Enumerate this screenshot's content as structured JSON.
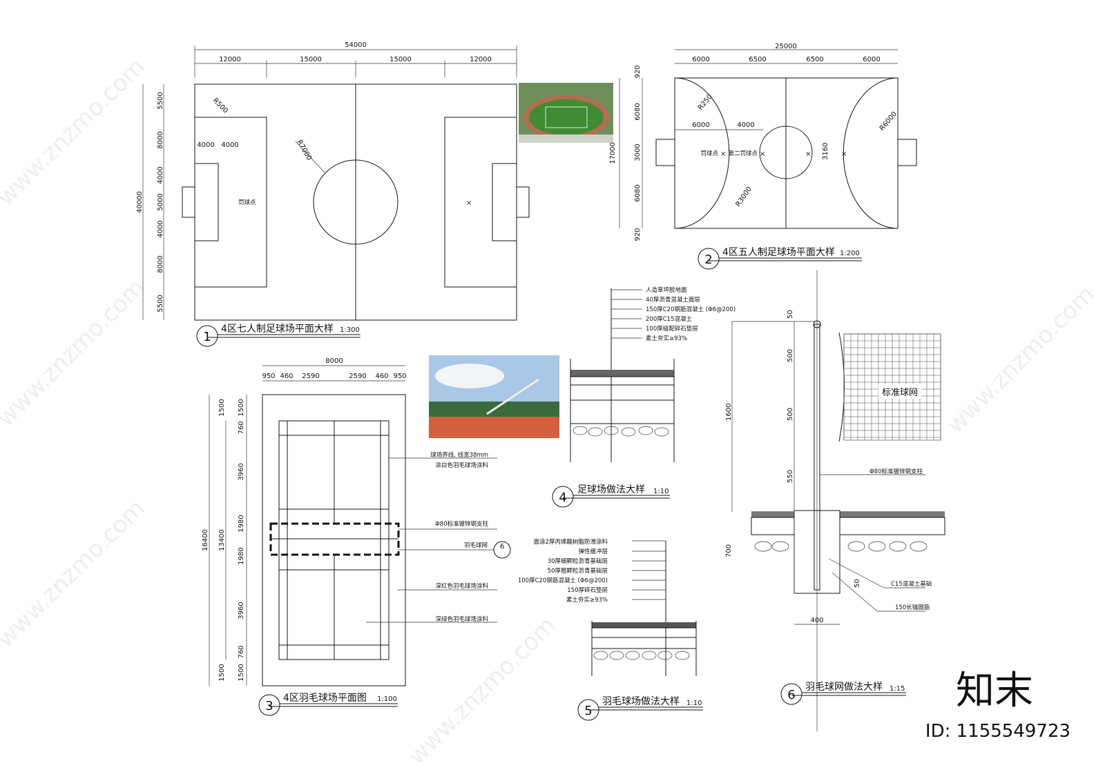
{
  "drawing1": {
    "num": "1",
    "title": "4区七人制足球场平面大样",
    "scale": "1:300",
    "total": "54000",
    "top": [
      "12000",
      "15000",
      "15000",
      "12000"
    ],
    "left_total": "40000",
    "left": [
      "5500",
      "8000",
      "4000",
      "5000",
      "4000",
      "8000",
      "5500"
    ],
    "small": [
      "4000",
      "4000"
    ],
    "radius1": "R500",
    "radius2": "R7000",
    "penalty": "罚球点"
  },
  "drawing2": {
    "num": "2",
    "title": "4区五人制足球场平面大样",
    "scale": "1:200",
    "total": "25000",
    "top": [
      "6000",
      "6500",
      "6500",
      "6000"
    ],
    "left_total": "17000",
    "left": [
      "920",
      "6080",
      "3000",
      "6080",
      "920"
    ],
    "inner": [
      "6000",
      "4000"
    ],
    "r1": "R250",
    "r2": "R6000",
    "r3": "R3000",
    "d1": "3160",
    "p1": "罚球点",
    "p2": "第二罚球点"
  },
  "drawing3": {
    "num": "3",
    "title": "4区羽毛球场平面图",
    "scale": "1:100",
    "total": "8000",
    "top": [
      "950",
      "460",
      "2590",
      "2590",
      "460",
      "950"
    ],
    "left_total": "16400",
    "inner_total": "13400",
    "left": [
      "1500",
      "760",
      "3960",
      "1980",
      "1980",
      "3960",
      "760",
      "1500"
    ],
    "notes": [
      "球场界线, 线宽38mm",
      "涂白色羽毛球场涂料",
      "Φ80标准镀锌钢支柱",
      "羽毛球网",
      "深红色羽毛球场涂料",
      "深绿色羽毛球场涂料"
    ],
    "ref": "6"
  },
  "drawing4": {
    "num": "4",
    "title": "足球场做法大样",
    "scale": "1:10",
    "layers": [
      "人造草坪胶地面",
      "40厚沥青混凝土面层",
      "150厚C20钢筋混凝土 (Φ6@200)",
      "200厚C15混凝土",
      "100厚级配碎石垫层",
      "素土夯实≥93%"
    ]
  },
  "drawing5": {
    "num": "5",
    "title": "羽毛球场做法大样",
    "scale": "1:10",
    "layers": [
      "面涂2厚丙烯酸树脂防滑涂料",
      "弹性缓冲层",
      "30厚细颗粒沥青基础层",
      "50厚粗颗粒沥青基础层",
      "100厚C20钢筋混凝土 (Φ6@200)",
      "150厚碎石垫层",
      "素土夯实≥93%"
    ]
  },
  "drawing6": {
    "num": "6",
    "title": "羽毛球网做法大样",
    "scale": "1:15",
    "net": "标准球网",
    "dims": [
      "50",
      "500",
      "500",
      "550",
      "1600",
      "700",
      "400",
      "50"
    ],
    "notes": [
      "Φ80标准镀锌钢支柱",
      "C15混凝土基础",
      "150长锚固筋"
    ]
  },
  "watermark": {
    "brand": "知末",
    "id": "ID: 1155549723",
    "site": "www.znzmo.com"
  }
}
